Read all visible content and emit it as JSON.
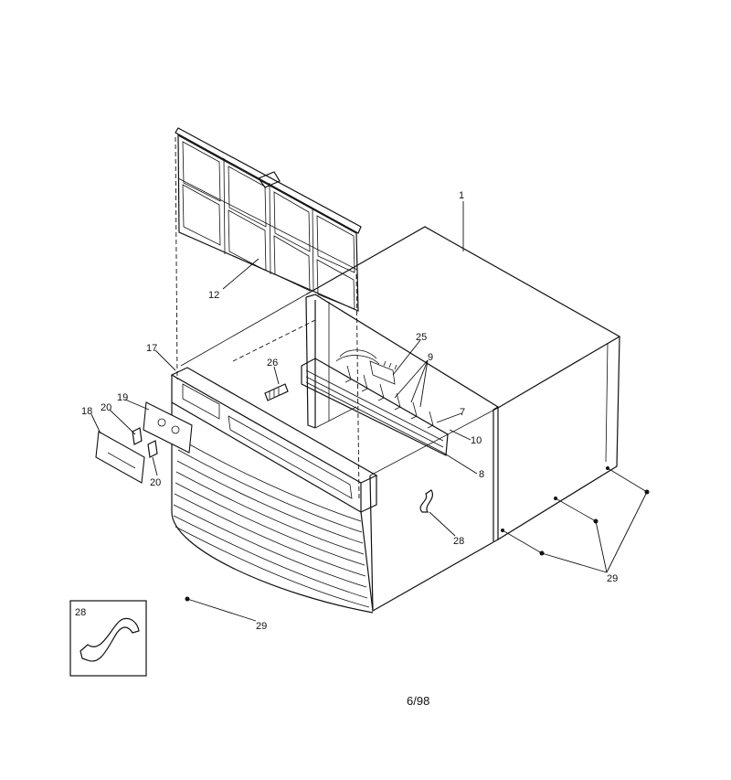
{
  "callouts": {
    "c1": "1",
    "c7": "7",
    "c8": "8",
    "c9": "9",
    "c10": "10",
    "c12": "12",
    "c17": "17",
    "c18": "18",
    "c19": "19",
    "c20a": "20",
    "c20b": "20",
    "c25": "25",
    "c26": "26",
    "c28": "28",
    "c29a": "29",
    "c29b": "29"
  },
  "inset": {
    "label": "28"
  },
  "footer": {
    "date": "6/98"
  }
}
